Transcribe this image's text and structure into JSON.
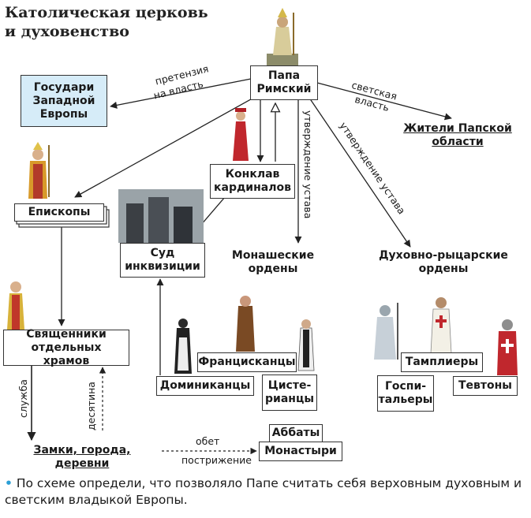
{
  "title": {
    "line1": "Католическая церковь",
    "line2": "и духовенство"
  },
  "nodes": {
    "pope": "Папа\nРимский",
    "rulers": "Государи\nЗападной\nЕвропы",
    "papal_residents": "Жители Папской\nобласти",
    "conclave": "Конклав\nкардиналов",
    "bishops": "Епископы",
    "inquisition": "Суд\nинквизиции",
    "monastic": "Монашеские\nордены",
    "knightly": "Духовно-рыцарские\nордены",
    "priests": "Священники\nотдельных храмов",
    "franciscans": "Францисканцы",
    "dominicans": "Доминиканцы",
    "cistercians": "Цисте-\nрианцы",
    "templars": "Тамплиеры",
    "hospitallers": "Госпи-\nтальеры",
    "teutons": "Тевтоны",
    "towns": "Замки, города, деревни",
    "abbots": "Аббаты",
    "monasteries": "Монастыри"
  },
  "edge_labels": {
    "claim_l1": "претензия",
    "claim_l2": "на власть",
    "secular_l1": "светская",
    "secular_l2": "власть",
    "approval1": "утверждение устава",
    "approval2": "утверждение устава",
    "service": "служба",
    "tithe": "десятина",
    "vow": "обет",
    "tonsure": "пострижение"
  },
  "footer": {
    "bullet": "•",
    "text": "По схеме определи, что позволяло Папе считать себя верховным духовным и светским владыкой Европы."
  },
  "colors": {
    "highlight_box": "#d6ecf8",
    "bullet": "#2b9fd6"
  }
}
